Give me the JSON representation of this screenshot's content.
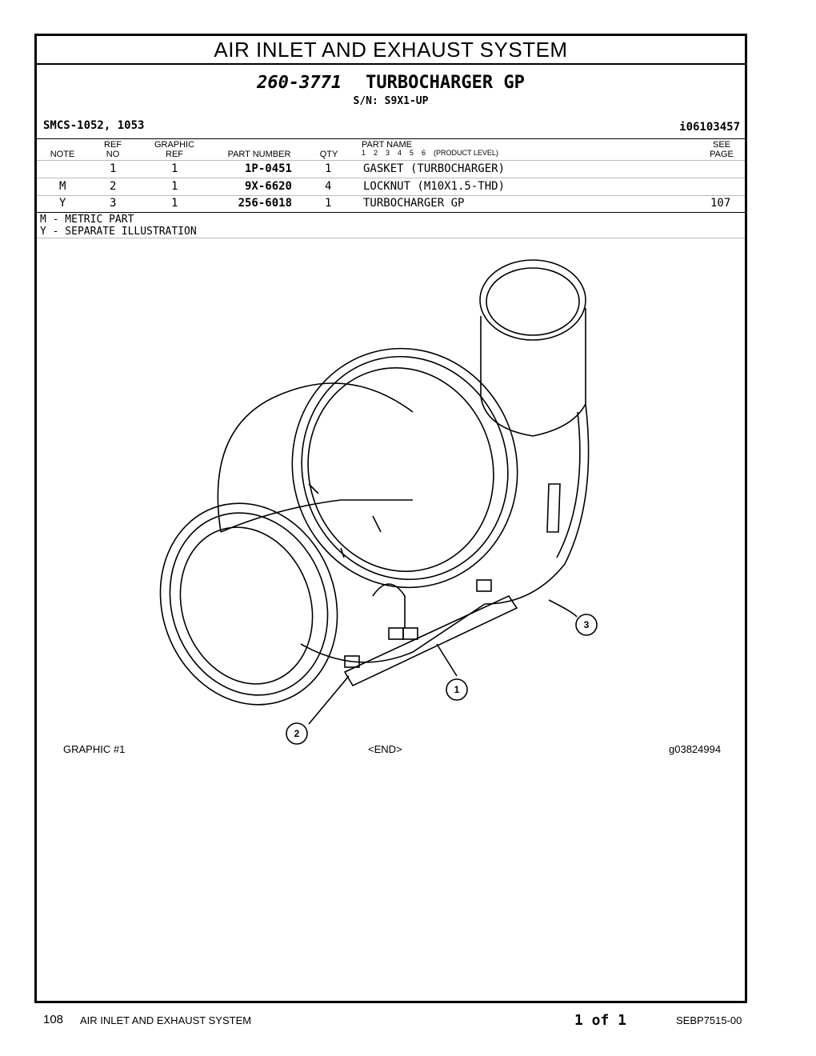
{
  "page": {
    "section_title": "AIR INLET AND EXHAUST SYSTEM",
    "group_number": "260-3771",
    "group_name": "TURBOCHARGER GP",
    "serial": "S/N: S9X1-UP",
    "smcs": "SMCS-1052, 1053",
    "illustration_id": "i06103457"
  },
  "table": {
    "headers": {
      "note": "NOTE",
      "ref_no_top": "REF",
      "ref_no_bottom": "NO",
      "graphic_ref_top": "GRAPHIC",
      "graphic_ref_bottom": "REF",
      "part_number": "PART NUMBER",
      "qty": "QTY",
      "part_name": "PART NAME",
      "levels": "1    2    3    4    5    6    (PRODUCT LEVEL)",
      "see_page_top": "SEE",
      "see_page_bottom": "PAGE"
    },
    "rows": [
      {
        "note": "",
        "ref_no": "1",
        "graphic_ref": "1",
        "part_number": "1P-0451",
        "qty": "1",
        "part_name": "GASKET (TURBOCHARGER)",
        "see_page": ""
      },
      {
        "note": "M",
        "ref_no": "2",
        "graphic_ref": "1",
        "part_number": "9X-6620",
        "qty": "4",
        "part_name": "LOCKNUT (M10X1.5-THD)",
        "see_page": ""
      },
      {
        "note": "Y",
        "ref_no": "3",
        "graphic_ref": "1",
        "part_number": "256-6018",
        "qty": "1",
        "part_name": "TURBOCHARGER GP",
        "see_page": "107"
      }
    ]
  },
  "legend": [
    "M - METRIC PART",
    "Y - SEPARATE ILLUSTRATION"
  ],
  "illustration": {
    "callouts": [
      "1",
      "2",
      "3"
    ],
    "graphic_label": "GRAPHIC #1",
    "end_label": "<END>",
    "graphic_id": "g03824994"
  },
  "footer": {
    "page_number": "108",
    "section": "AIR INLET AND EXHAUST SYSTEM",
    "page_of": "1 of 1",
    "doc_id": "SEBP7515-00"
  }
}
